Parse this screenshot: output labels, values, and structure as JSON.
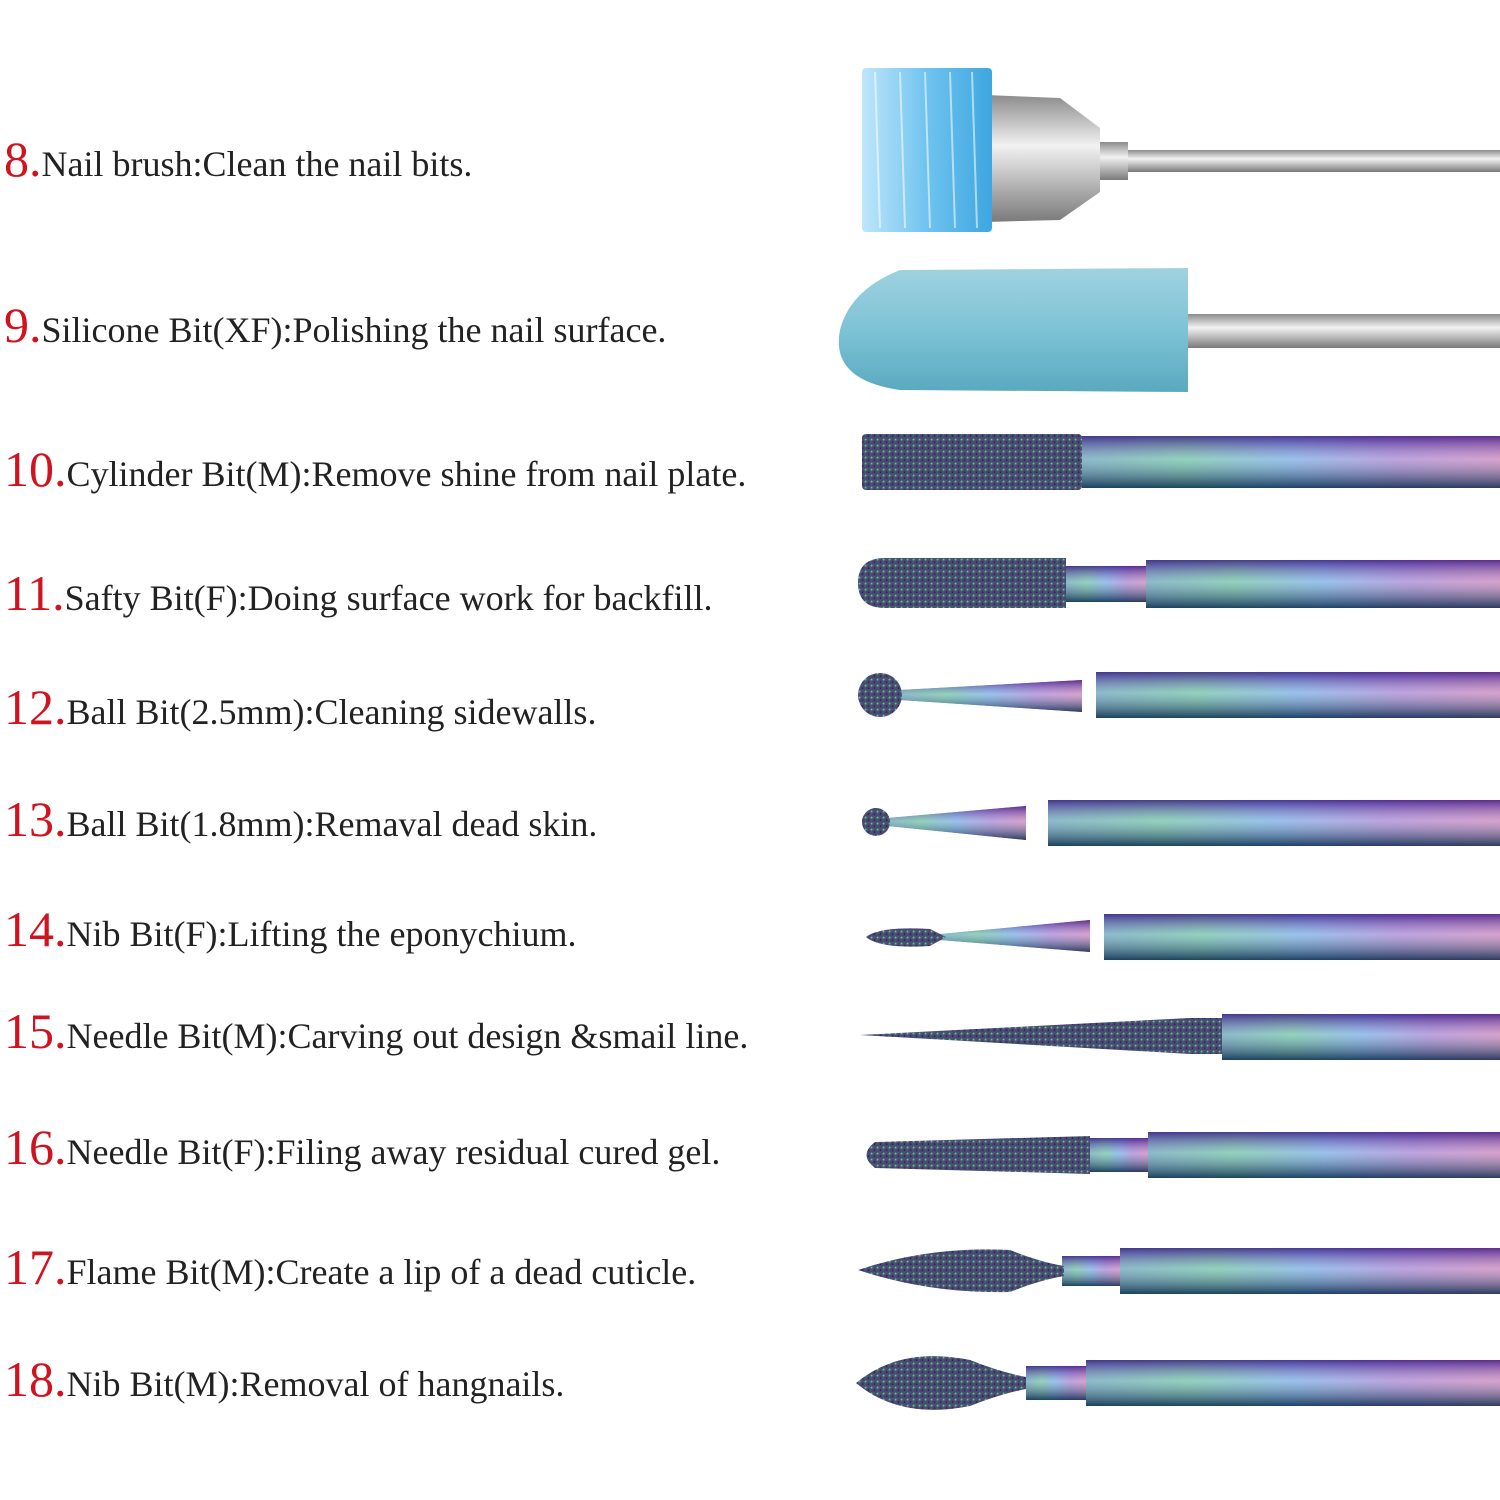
{
  "accent_color": "#d0131e",
  "items": [
    {
      "num": "8.",
      "text": "Nail brush:Clean the nail bits."
    },
    {
      "num": "9.",
      "text": "Silicone Bit(XF):Polishing the nail surface."
    },
    {
      "num": "10.",
      "text": "Cylinder Bit(M):Remove shine from nail plate."
    },
    {
      "num": "11.",
      "text": "Safty Bit(F):Doing surface work for backfill."
    },
    {
      "num": "12.",
      "text": "Ball Bit(2.5mm):Cleaning sidewalls."
    },
    {
      "num": "13.",
      "text": "Ball Bit(1.8mm):Remaval dead skin."
    },
    {
      "num": "14.",
      "text": "Nib Bit(F):Lifting the eponychium."
    },
    {
      "num": "15.",
      "text": "Needle Bit(M):Carving out design &smail line."
    },
    {
      "num": "16.",
      "text": "Needle Bit(F):Filing away residual cured gel."
    },
    {
      "num": "17.",
      "text": "Flame Bit(M):Create a lip of a dead cuticle."
    },
    {
      "num": "18.",
      "text": "Nib Bit(M):Removal of hangnails."
    }
  ]
}
